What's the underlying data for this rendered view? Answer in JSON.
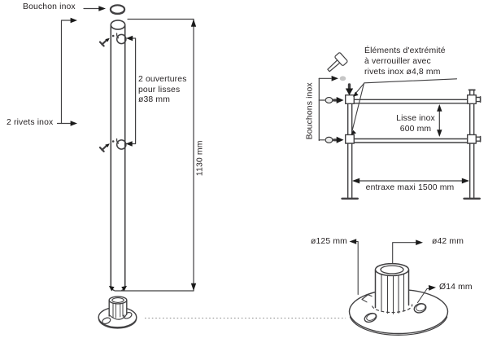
{
  "diagram": {
    "post_view": {
      "cap_label": "Bouchon inox",
      "rivets_label": "2 rivets inox",
      "openings_label": {
        "line1": "2 ouvertures",
        "line2": "pour lisses",
        "line3": "ø38 mm"
      },
      "height_dimension": "1130 mm"
    },
    "railing_view": {
      "end_elements_note": {
        "line1": "Éléments d'extrémité",
        "line2": "à verrouiller avec",
        "line3": "rivets inox ø4,8 mm"
      },
      "caps_label": "Bouchons inox",
      "rail_dimension": {
        "line1": "Lisse inox",
        "line2": "600 mm"
      },
      "spacing_dimension": "entraxe maxi 1500 mm"
    },
    "base_view": {
      "plate_diameter": "ø125 mm",
      "socket_diameter": "ø42 mm",
      "hole_diameter": "Ø14 mm"
    },
    "colors": {
      "line": "#414042",
      "text": "#231f20",
      "arrow": "#1b1b1b",
      "background": "#ffffff"
    }
  }
}
